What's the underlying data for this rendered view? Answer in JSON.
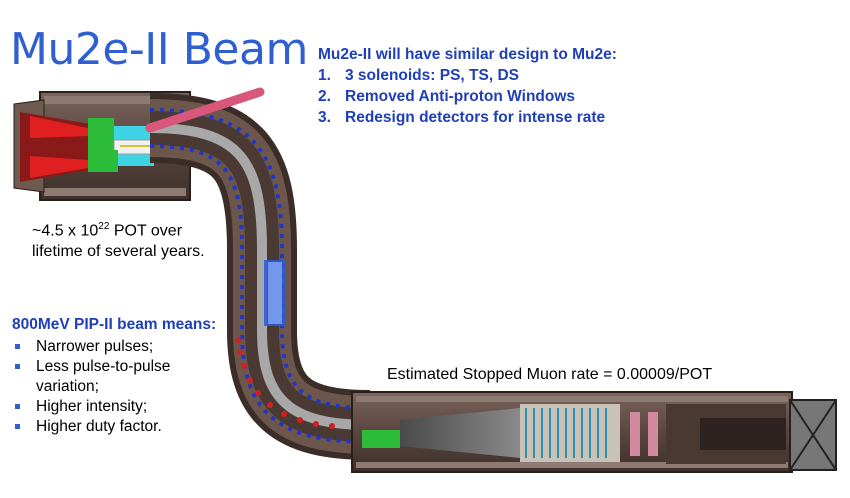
{
  "slide": {
    "title": "Mu2e-II Beam",
    "design": {
      "heading": "Mu2e-II will have similar design to Mu2e:",
      "items": [
        {
          "num": "1.",
          "text": "3 solenoids: PS, TS, DS"
        },
        {
          "num": "2.",
          "text": "Removed Anti-proton Windows"
        },
        {
          "num": "3.",
          "text": "Redesign detectors for intense rate"
        }
      ]
    },
    "pot": {
      "prefix": "~4.5 x 10",
      "exponent": "22",
      "suffix": " POT over lifetime of several years."
    },
    "pip": {
      "heading": "800MeV PIP-II beam means:",
      "items": [
        "Narrower pulses;",
        "Less pulse-to-pulse variation;",
        "Higher intensity;",
        "Higher duty factor."
      ]
    },
    "muon_rate": "Estimated Stopped Muon rate = 0.00009/POT"
  },
  "colors": {
    "title": "#2f5fd0",
    "text_blue": "#1f3fb8",
    "solenoid_body": "#5e4a42",
    "solenoid_dark": "#3b2d28",
    "coil_blue": "#2036c8",
    "coil_red": "#d02020",
    "beam_arrow": "#d9577a"
  }
}
